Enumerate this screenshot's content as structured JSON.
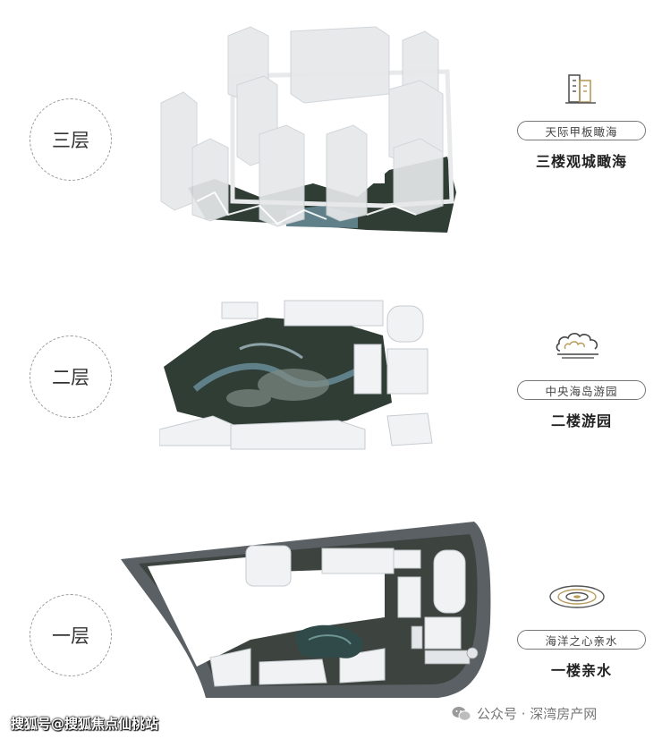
{
  "floors": [
    {
      "circle_label": "三层",
      "pill_label": "天际甲板瞰海",
      "title": "三楼观城瞰海",
      "icon": "building-icon"
    },
    {
      "circle_label": "二层",
      "pill_label": "中央海岛游园",
      "title": "二楼游园",
      "icon": "cloud-pavilion-icon"
    },
    {
      "circle_label": "一层",
      "pill_label": "海洋之心亲水",
      "title": "一楼亲水",
      "icon": "water-ripple-icon"
    }
  ],
  "watermark_left": "搜狐号@搜狐焦点仙桃站",
  "watermark_right": "公众号 · 深湾房产网",
  "colors": {
    "accent": "#b99a5b",
    "dark_green": "#2f3d35",
    "water": "#5f7f89",
    "white_block": "#f1f2f4",
    "road": "#5a6064"
  }
}
